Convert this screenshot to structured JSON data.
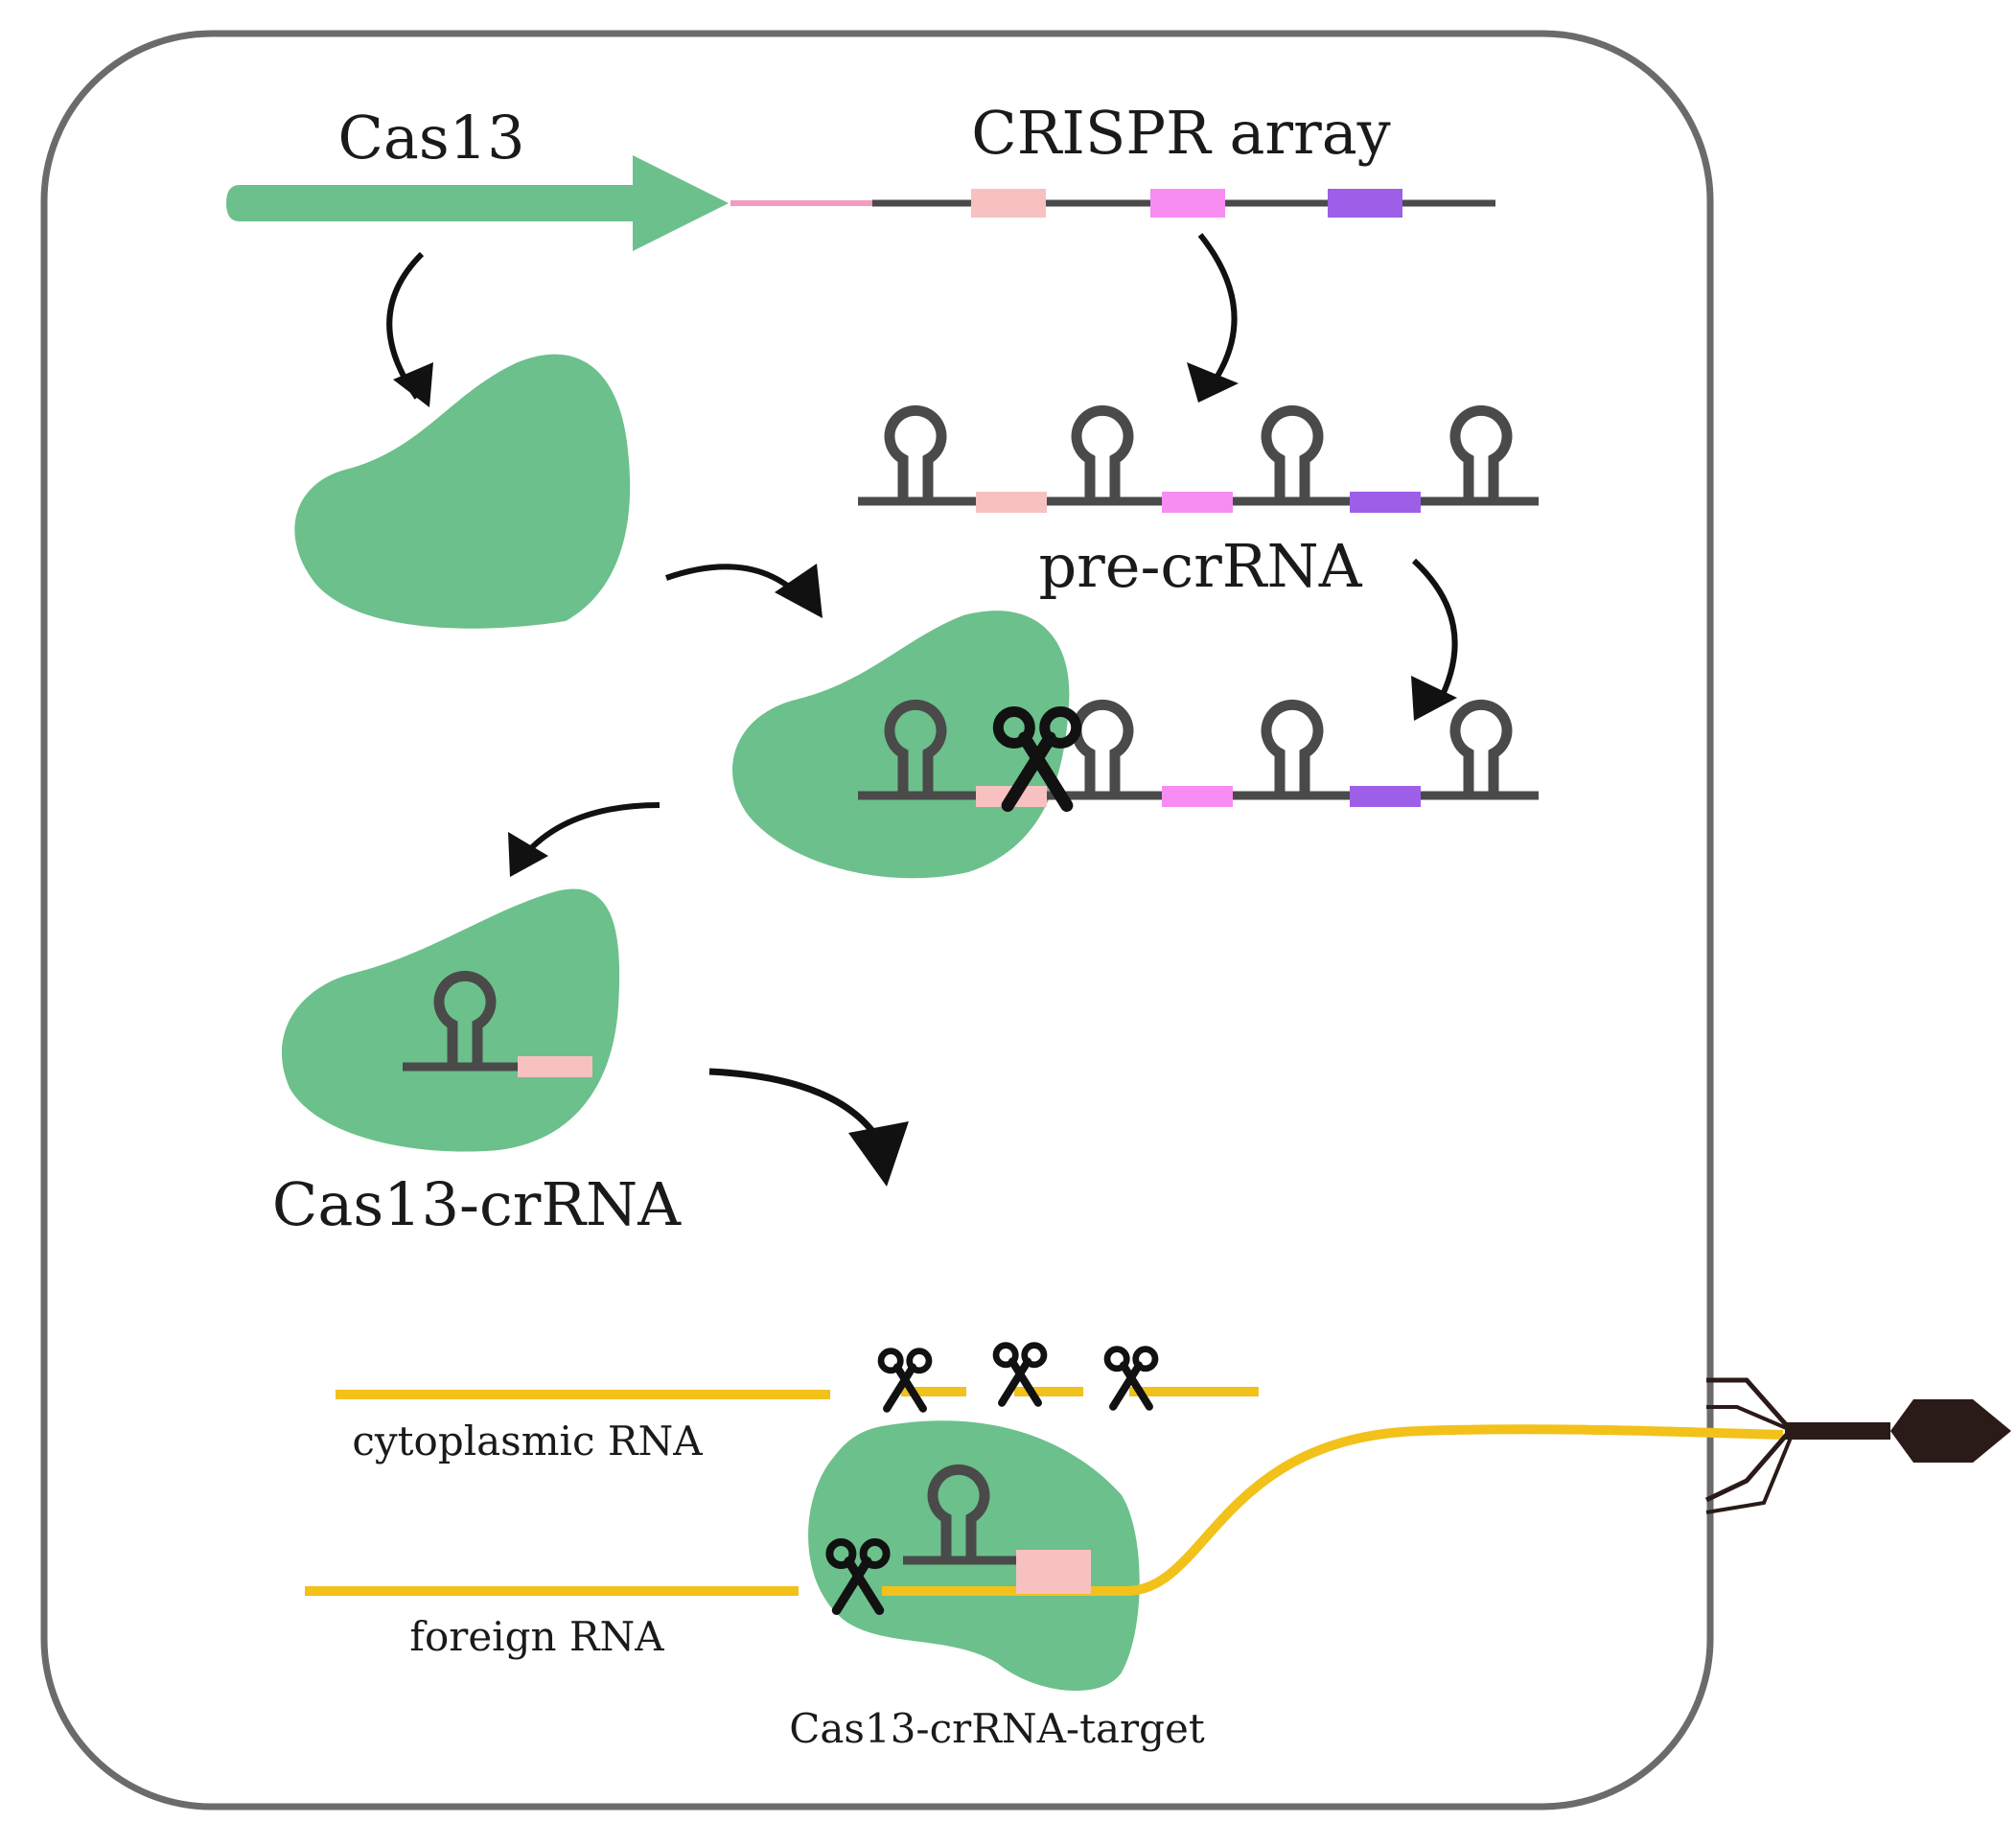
{
  "labels": {
    "cas13": "Cas13",
    "crispr_array": "CRISPR array",
    "pre_crrna": "pre-crRNA",
    "cas13_crrna": "Cas13-crRNA",
    "cytoplasmic_rna": "cytoplasmic RNA",
    "foreign_rna": "foreign RNA",
    "cas13_crrna_target": "Cas13-crRNA-target"
  },
  "colors": {
    "protein": "#6cc08b",
    "rna_backbone": "#4a4a4a",
    "spacer_1": "#f7c1c1",
    "spacer_2": "#f78df2",
    "spacer_3": "#9d5fe8",
    "target_rna": "#f2c11a",
    "phage": "#2a1a18",
    "cell_border": "#6b6b6b"
  },
  "icons": [
    "scissors-icon",
    "stem-loop-icon",
    "phage-icon",
    "curved-arrow-icon"
  ]
}
